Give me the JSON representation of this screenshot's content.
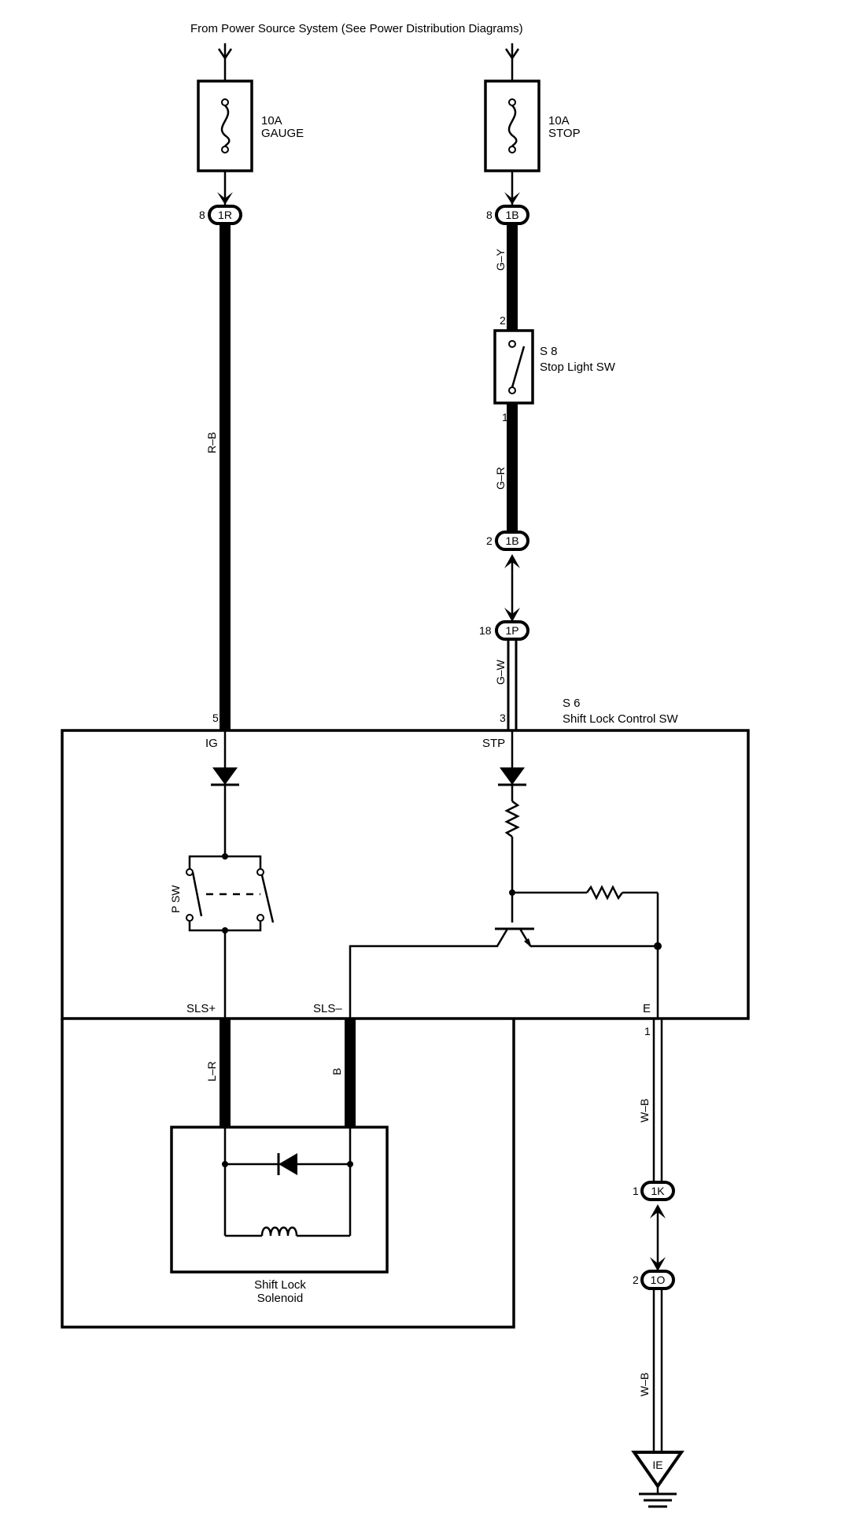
{
  "header": {
    "source_text": "From Power Source System (See Power Distribution Diagrams)"
  },
  "fuses": [
    {
      "amp": "10A",
      "name": "GAUGE"
    },
    {
      "amp": "10A",
      "name": "STOP"
    }
  ],
  "connectors": [
    {
      "code": "1R",
      "pin": "8"
    },
    {
      "code": "1B",
      "pin": "8"
    },
    {
      "code": "1B",
      "pin": "2"
    },
    {
      "code": "1P",
      "pin": "18"
    },
    {
      "code": "1K",
      "pin": "1"
    },
    {
      "code": "1O",
      "pin": "2"
    }
  ],
  "wires": {
    "left_main": "R–B",
    "stop_upper": "G–Y",
    "stop_middle": "G–R",
    "stop_lower": "G–W",
    "solenoid_left": "L–R",
    "solenoid_right": "B",
    "ground_upper": "W–B",
    "ground_lower": "W–B"
  },
  "stop_switch": {
    "id": "S 8",
    "name": "Stop Light SW",
    "pin_top": "2",
    "pin_bottom": "1"
  },
  "control_sw": {
    "id": "S 6",
    "name": "Shift Lock Control SW",
    "pin_ig": "5",
    "pin_stp": "3",
    "pin_e": "1",
    "terminals": {
      "ig": "IG",
      "stp": "STP",
      "sls_plus": "SLS+",
      "sls_minus": "SLS–",
      "e": "E"
    },
    "p_sw": "P SW"
  },
  "solenoid": {
    "line1": "Shift Lock",
    "line2": "Solenoid"
  },
  "ground": {
    "label": "IE"
  }
}
